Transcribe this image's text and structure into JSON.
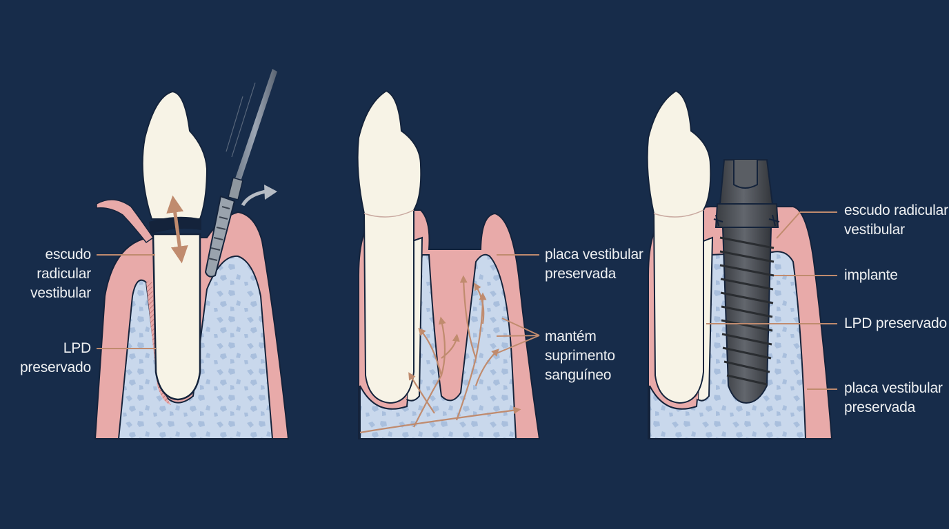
{
  "panel1": {
    "label_shield": [
      "escudo",
      "radicular",
      "vestibular"
    ],
    "label_pdl": [
      "LPD",
      "preservado"
    ]
  },
  "panel2": {
    "label_plate": [
      "placa vestibular",
      "preservada"
    ],
    "label_blood": [
      "mantém",
      "suprimento",
      "sanguíneo"
    ]
  },
  "panel3": {
    "label_shield": [
      "escudo radicular",
      "vestibular"
    ],
    "label_implant": [
      "implante"
    ],
    "label_pdl": [
      "LPD preservado"
    ],
    "label_plate": [
      "placa vestibular",
      "preservada"
    ]
  },
  "colors": {
    "background": "#172c4a",
    "tooth": "#f7f3e6",
    "gum": "#e8aaa9",
    "bone": "#c9d8ec",
    "bone_spots": "#a9bfdd",
    "vessel": "#c08b6e",
    "implant": "#4b4e54",
    "outline": "#14233b"
  }
}
